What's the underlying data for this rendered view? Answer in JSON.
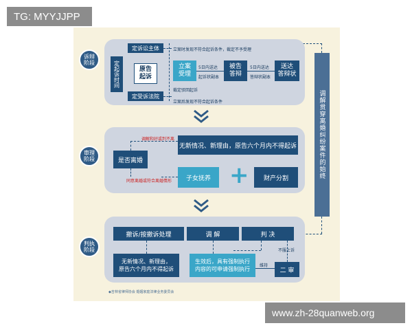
{
  "watermark_top": "TG: MYYJJPP",
  "watermark_bottom": "www.zh-28quanweb.org",
  "side_title": "调解贯穿离婚纠纷案件的始终",
  "stage1": {
    "circle": "诉辩\n阶段",
    "label_top": "定诉讼主体",
    "label_bottom": "定受诉法院",
    "left_vertical": "定起诉时间",
    "file_box": "原告\n起诉",
    "accept_box": "立案\n受理",
    "defend_box": "被告\n答辩",
    "deliver_box": "送达\n答辩状",
    "note_top": "立案时发现不符合起诉条件，裁定不予受理",
    "note_bottom1": "裁定驳回起诉",
    "note_bottom2": "立案后发现不符合起诉条件",
    "arrow1_top": "5日内送达",
    "arrow1_bottom": "起诉状副本",
    "arrow2_top": "5日内送达",
    "arrow2_bottom": "答辩状副本"
  },
  "stage2": {
    "circle": "审理\n阶段",
    "divorce_box": "是否离婚",
    "red_top": "调解和好或判不离",
    "red_bottom": "同意离婚或符合离婚情形",
    "top_box": "无新情况、新理由，原告六个月内不得起诉",
    "child_box": "子女抚养",
    "property_box": "财产分割",
    "plus": "+"
  },
  "stage3": {
    "circle": "判执\n阶段",
    "withdraw_box": "撤诉/按撤诉处理",
    "mediate_box": "调 解",
    "judge_box": "判 决",
    "left_result": "无新情况、新理由，\n原告六个月内不得起诉",
    "middle_result": "生效后，具有强制执行\n内容的可申请强制执行",
    "second_box": "二 审",
    "note_appeal": "不服上诉",
    "note_keep": "维持"
  },
  "footer_credit": "◆吉林省律师协会 婚姻家庭法律业务委员会"
}
